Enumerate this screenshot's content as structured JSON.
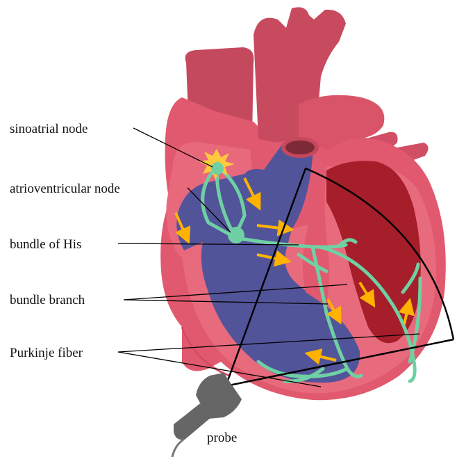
{
  "labels": {
    "sinoatrial": "sinoatrial node",
    "atrioventricular": "atrioventricular node",
    "bundle_his": "bundle of His",
    "bundle_branch": "bundle branch",
    "purkinje": "Purkinje fiber",
    "probe": "probe"
  },
  "colors": {
    "heart_outer": "#e1596e",
    "heart_mid": "#d24e64",
    "heart_dark": "#b9414f",
    "chamber": "#52549a",
    "left_ventricle": "#a61e2a",
    "conduction": "#6fd0a3",
    "arrow": "#ffb300",
    "sa_spark": "#ffc93c",
    "probe": "#666666",
    "line": "#000000"
  }
}
